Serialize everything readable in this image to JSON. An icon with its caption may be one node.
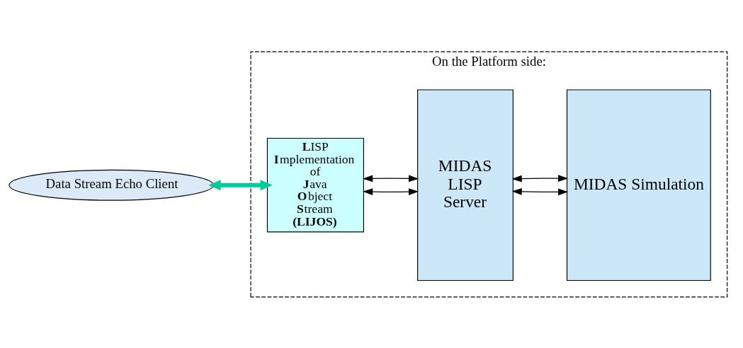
{
  "diagram": {
    "nodes": [
      {
        "text": [
          "Data Stream Echo Client"
        ]
      },
      {
        "text": [
          "On the Platform side:"
        ]
      },
      {
        "text": [
          "**L**ISP **I**mplementation of **J**ava **O**bject **S**tream **(LIJOS)**"
        ],
        "in": 1
      },
      {
        "text": [
          "MIDAS LISP Server"
        ],
        "in": 1
      },
      {
        "text": [
          "MIDAS Simulation"
        ],
        "in": 1
      }
    ],
    "edges": [
      {
        "from": 0,
        "to": 2,
        "arrow": "both",
        "style": "thick",
        "color": "#00cc99"
      },
      {
        "from": 2,
        "to": 3,
        "arrow": "both"
      },
      {
        "from": 2,
        "to": 3,
        "arrow": "both"
      },
      {
        "from": 3,
        "to": 4,
        "arrow": "both"
      },
      {
        "from": 3,
        "to": 4,
        "arrow": "both"
      }
    ]
  }
}
